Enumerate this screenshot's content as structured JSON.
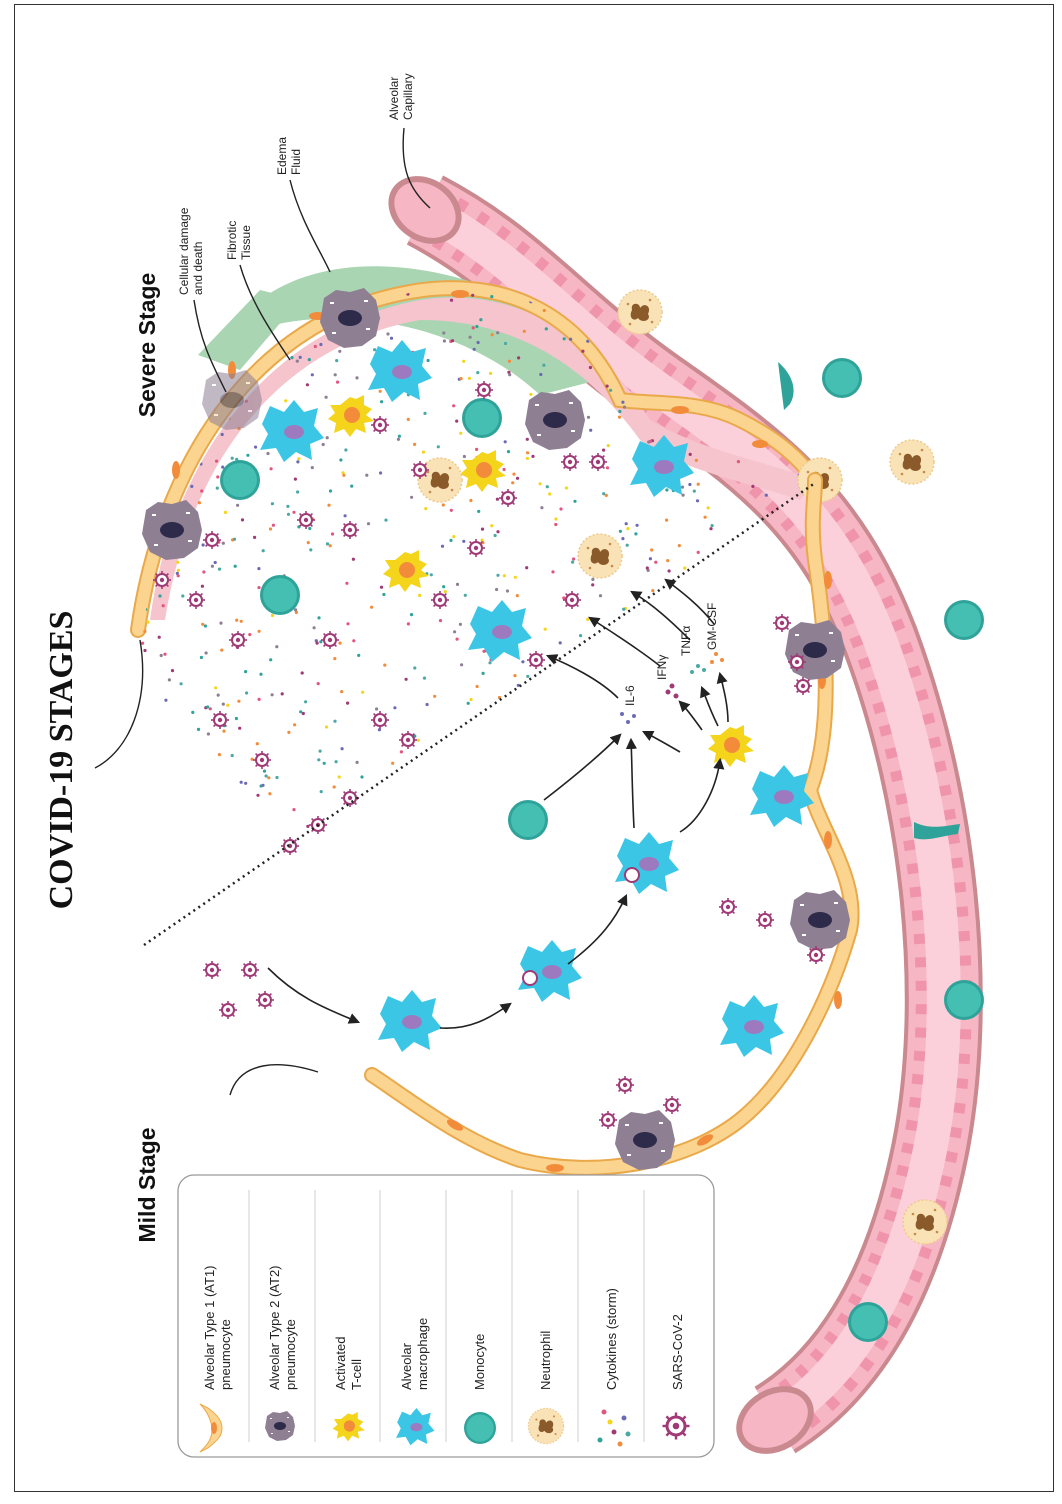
{
  "title": "COVID-19  STAGES",
  "stages": {
    "mild": "Mild Stage",
    "severe": "Severe Stage"
  },
  "labels": {
    "alveolar_capillary": [
      "Alveolar",
      "Capillary"
    ],
    "edema_fluid": [
      "Edema",
      "Fluid"
    ],
    "fibrotic_tissue": [
      "Fibrotic",
      "Tissue"
    ],
    "cellular_damage": [
      "Cellular damage",
      "and death"
    ]
  },
  "cytokines": {
    "il6": "IL-6",
    "ifng": "IFNγ",
    "tnfa": "TNFα",
    "gmcsf": "GM-CSF"
  },
  "legend": [
    {
      "icon": "at1-pneumocyte-icon",
      "lines": [
        "Alveolar Type 1 (AT1)",
        "pneumocyte"
      ]
    },
    {
      "icon": "at2-pneumocyte-icon",
      "lines": [
        "Alveolar Type 2 (AT2)",
        "pneumocyte"
      ]
    },
    {
      "icon": "t-cell-icon",
      "lines": [
        "Activated",
        "T-cell"
      ]
    },
    {
      "icon": "macrophage-icon",
      "lines": [
        "Alveolar",
        "macrophage"
      ]
    },
    {
      "icon": "monocyte-icon",
      "lines": [
        "Monocyte"
      ]
    },
    {
      "icon": "neutrophil-icon",
      "lines": [
        "Neutrophil"
      ]
    },
    {
      "icon": "cytokines-icon",
      "lines": [
        "Cytokines (storm)"
      ]
    },
    {
      "icon": "virus-icon",
      "lines": [
        "SARS-CoV-2"
      ]
    }
  ],
  "colors": {
    "vessel_fill": "#f7b6c4",
    "vessel_wall": "#c9898f",
    "vessel_inner": "#e2557e",
    "epithelium": "#fbd48f",
    "epithelium_edge": "#e9a94a",
    "edema": "#a9d5b2",
    "fibrotic": "#f5c4cc",
    "macrophage": "#3cc6e6",
    "monocyte": "#2fa39a",
    "tcell": "#f4d51c",
    "virus": "#a03a76",
    "at2": "#8e7f93",
    "neutrophil": "#f9e3b6"
  }
}
